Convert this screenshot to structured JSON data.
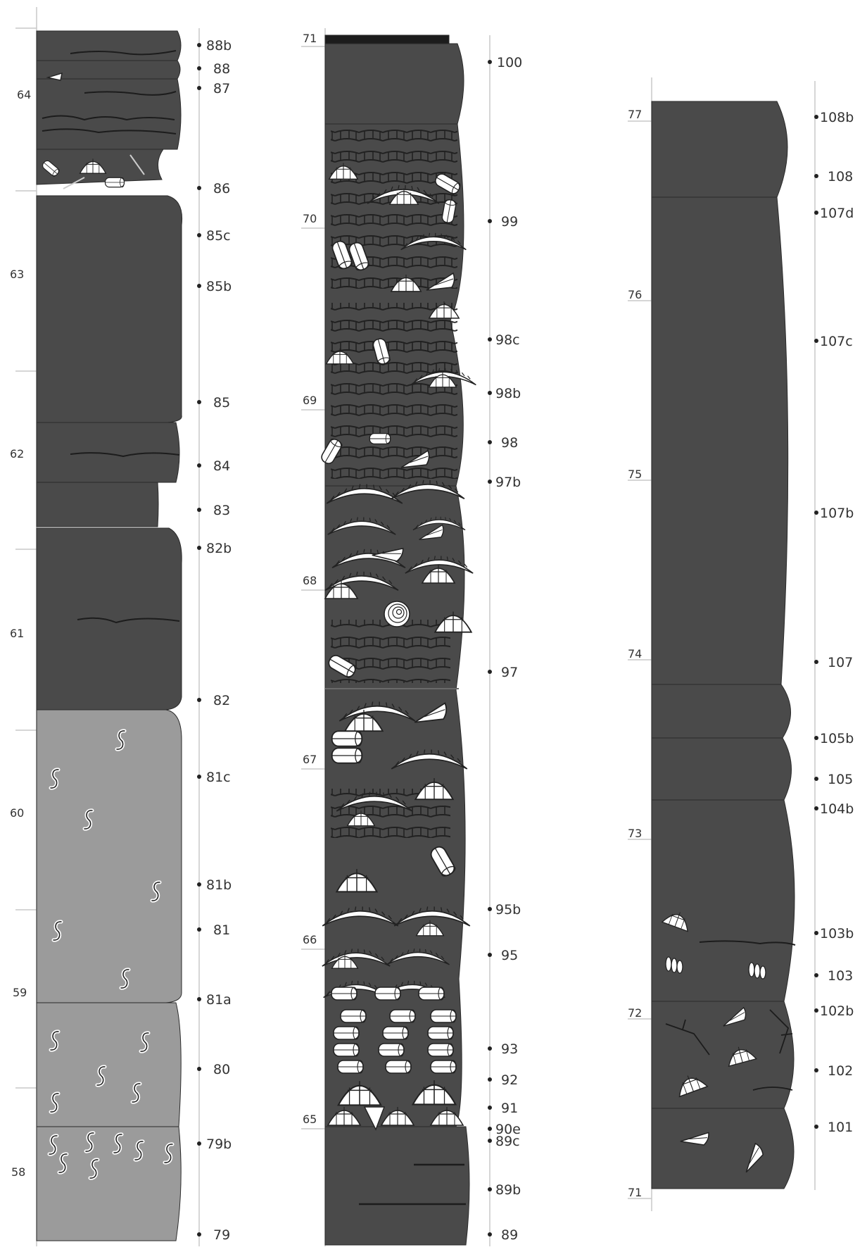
{
  "figure": {
    "description": "Stratigraphic sections (three columns) with meter marks and sample numbers",
    "colors": {
      "dark_bed": "#4a4a4a",
      "light_bed": "#9b9b9b",
      "scale_line": "#c9c9c9",
      "text": "#333333",
      "fossil_fill": "#ffffff"
    }
  },
  "columns": [
    {
      "id": "left",
      "meter_marks": [
        "64",
        "63",
        "62",
        "61",
        "60",
        "59",
        "58"
      ],
      "samples": [
        "88b",
        "88",
        "87",
        "86",
        "85c",
        "85b",
        "85",
        "84",
        "83",
        "82b",
        "82",
        "81c",
        "81b",
        "81",
        "81a",
        "80",
        "79b",
        "79"
      ],
      "beds": [
        {
          "lithology": "dark",
          "features": "wavy laminae"
        },
        {
          "lithology": "dark",
          "features": "shell fragments"
        },
        {
          "lithology": "dark",
          "features": "massive"
        },
        {
          "lithology": "dark",
          "features": "wavy lamina"
        },
        {
          "lithology": "dark",
          "features": "massive"
        },
        {
          "lithology": "dark",
          "features": "wavy lamina"
        },
        {
          "lithology": "light",
          "features": "burrows"
        },
        {
          "lithology": "light",
          "features": "burrows"
        },
        {
          "lithology": "light",
          "features": "burrows"
        }
      ]
    },
    {
      "id": "middle",
      "meter_marks": [
        "71",
        "70",
        "69",
        "68",
        "67",
        "66",
        "65"
      ],
      "samples": [
        "100",
        "99",
        "98c",
        "98b",
        "98",
        "97b",
        "97",
        "95b",
        "95",
        "93",
        "92",
        "91",
        "90e",
        "89c",
        "89b",
        "89"
      ],
      "beds": [
        {
          "lithology": "dark",
          "features": "massive"
        },
        {
          "lithology": "dark",
          "features": "coral and shell rich"
        },
        {
          "lithology": "dark",
          "features": "coral and shell rich"
        },
        {
          "lithology": "dark",
          "features": "laminated"
        }
      ]
    },
    {
      "id": "right",
      "meter_marks": [
        "77",
        "76",
        "75",
        "74",
        "73",
        "72",
        "71"
      ],
      "samples": [
        "108b",
        "108",
        "107d",
        "107c",
        "107b",
        "107",
        "105b",
        "105",
        "104b",
        "103b",
        "103",
        "102b",
        "102",
        "101"
      ],
      "beds": [
        {
          "lithology": "dark",
          "features": "massive"
        },
        {
          "lithology": "dark",
          "features": "massive"
        },
        {
          "lithology": "dark",
          "features": "massive"
        },
        {
          "lithology": "dark",
          "features": "massive"
        },
        {
          "lithology": "dark",
          "features": "shell fragments"
        },
        {
          "lithology": "dark",
          "features": "shell fragments"
        },
        {
          "lithology": "dark",
          "features": "shell fragments"
        }
      ]
    }
  ]
}
